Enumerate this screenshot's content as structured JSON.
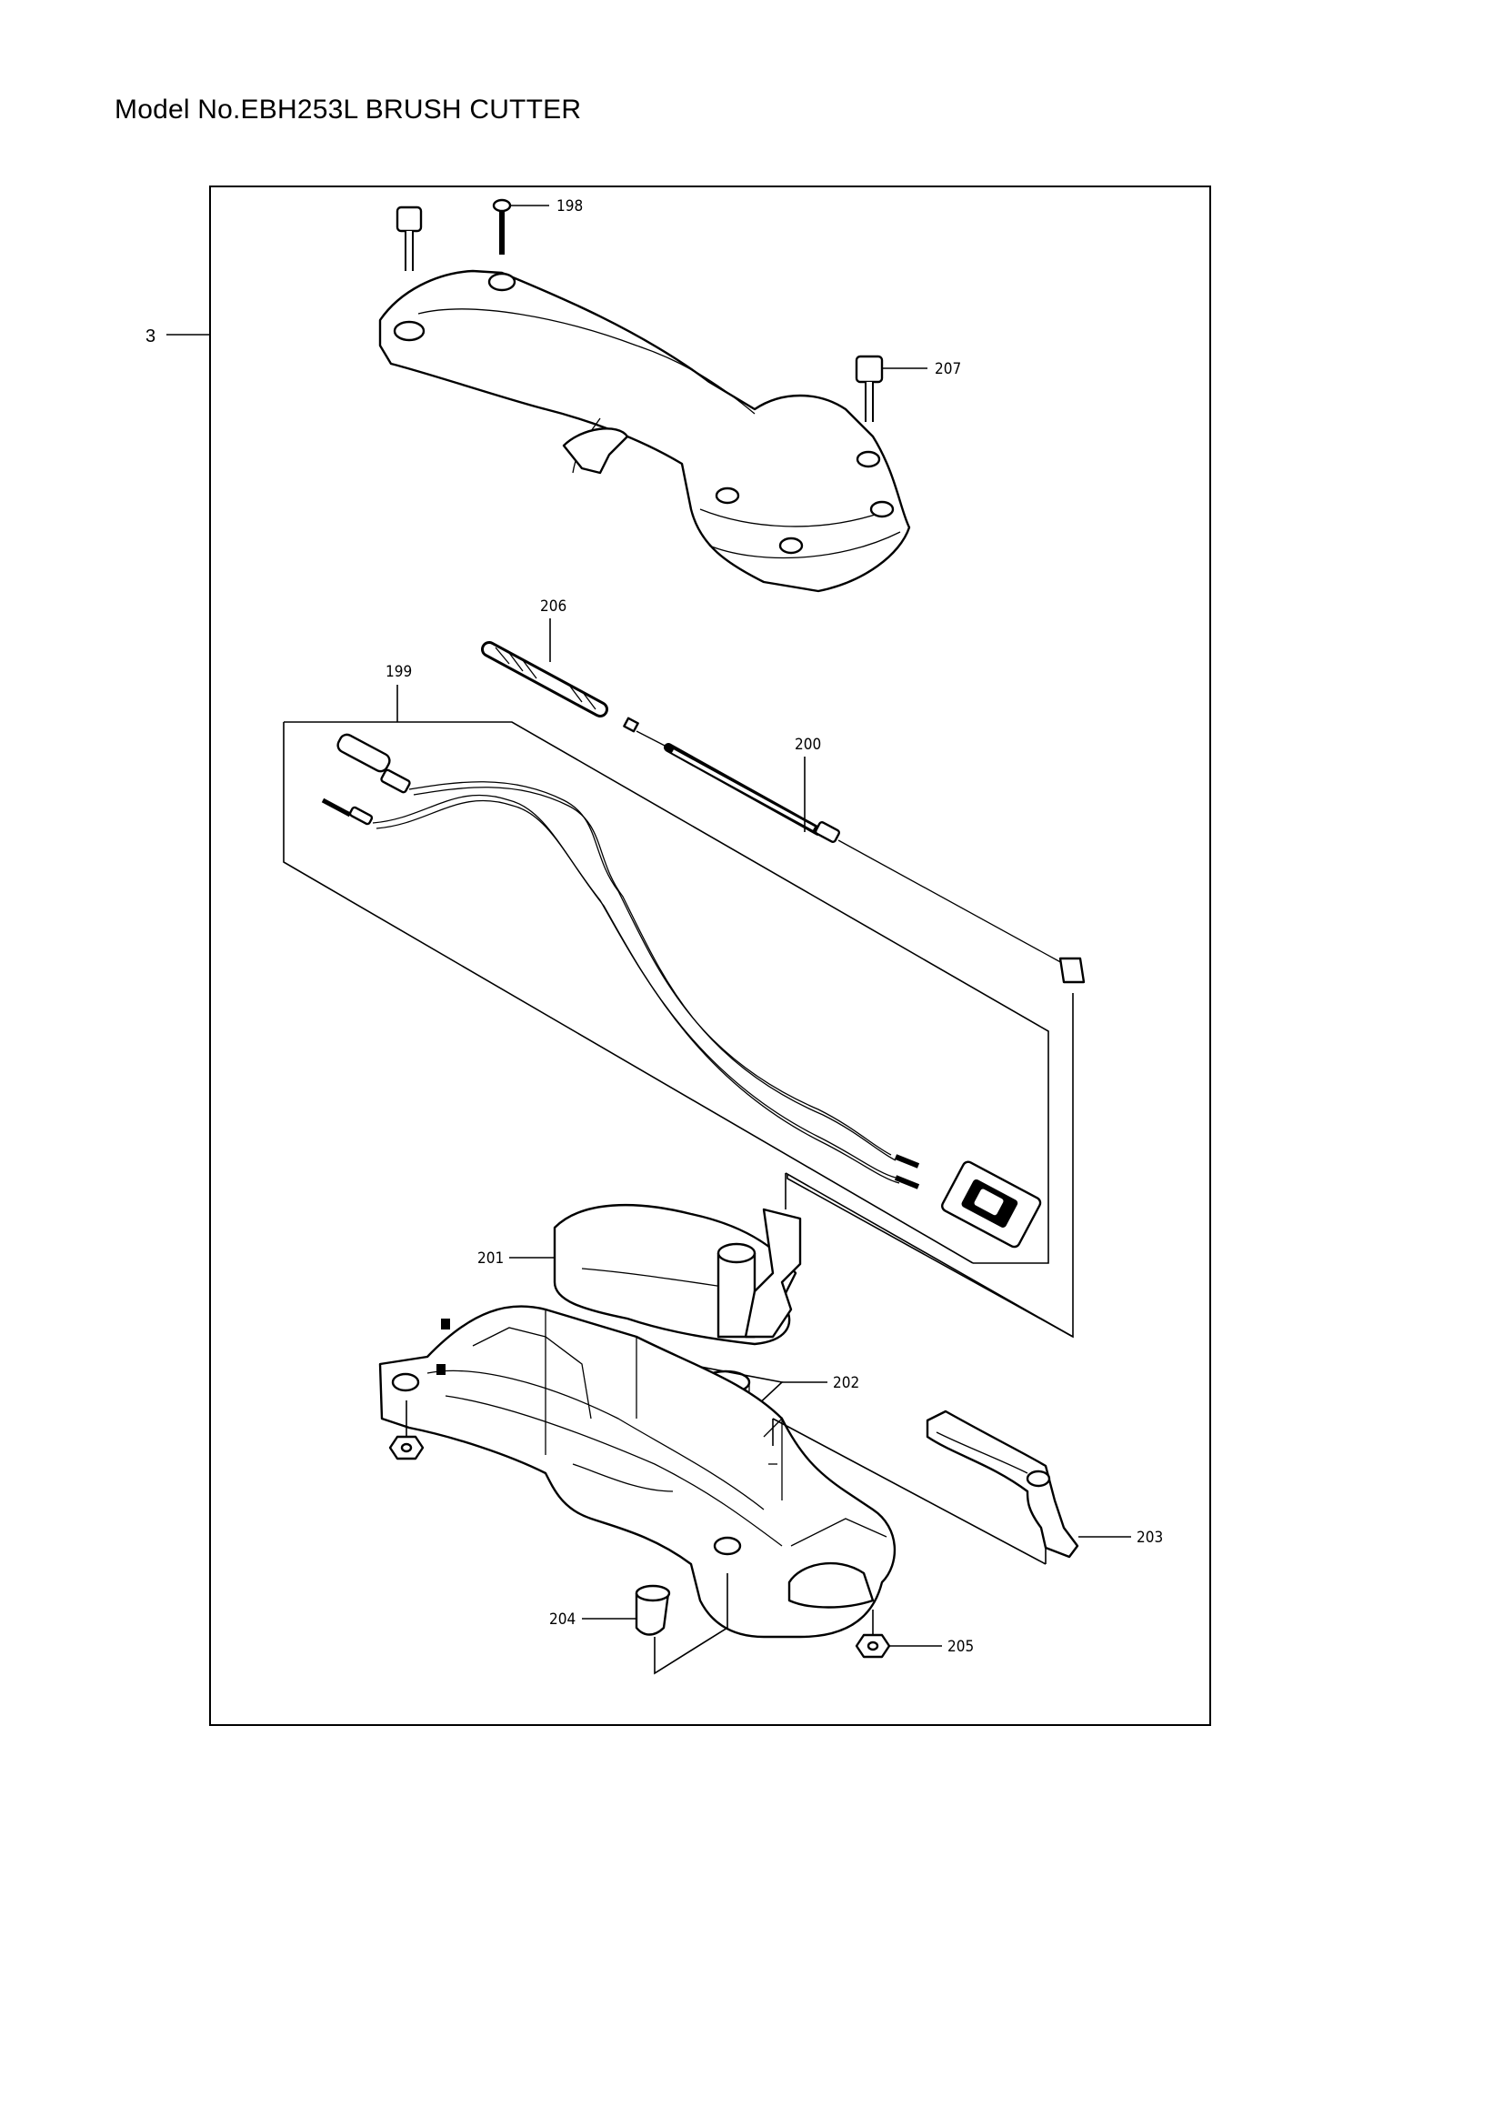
{
  "title": "Model No.EBH253L BRUSH CUTTER",
  "assembly_label": "3",
  "callouts": [
    {
      "id": "198",
      "label": "198"
    },
    {
      "id": "207",
      "label": "207"
    },
    {
      "id": "206",
      "label": "206"
    },
    {
      "id": "199",
      "label": "199"
    },
    {
      "id": "200",
      "label": "200"
    },
    {
      "id": "201",
      "label": "201"
    },
    {
      "id": "202",
      "label": "202"
    },
    {
      "id": "203",
      "label": "203"
    },
    {
      "id": "204",
      "label": "204"
    },
    {
      "id": "205",
      "label": "205"
    }
  ]
}
